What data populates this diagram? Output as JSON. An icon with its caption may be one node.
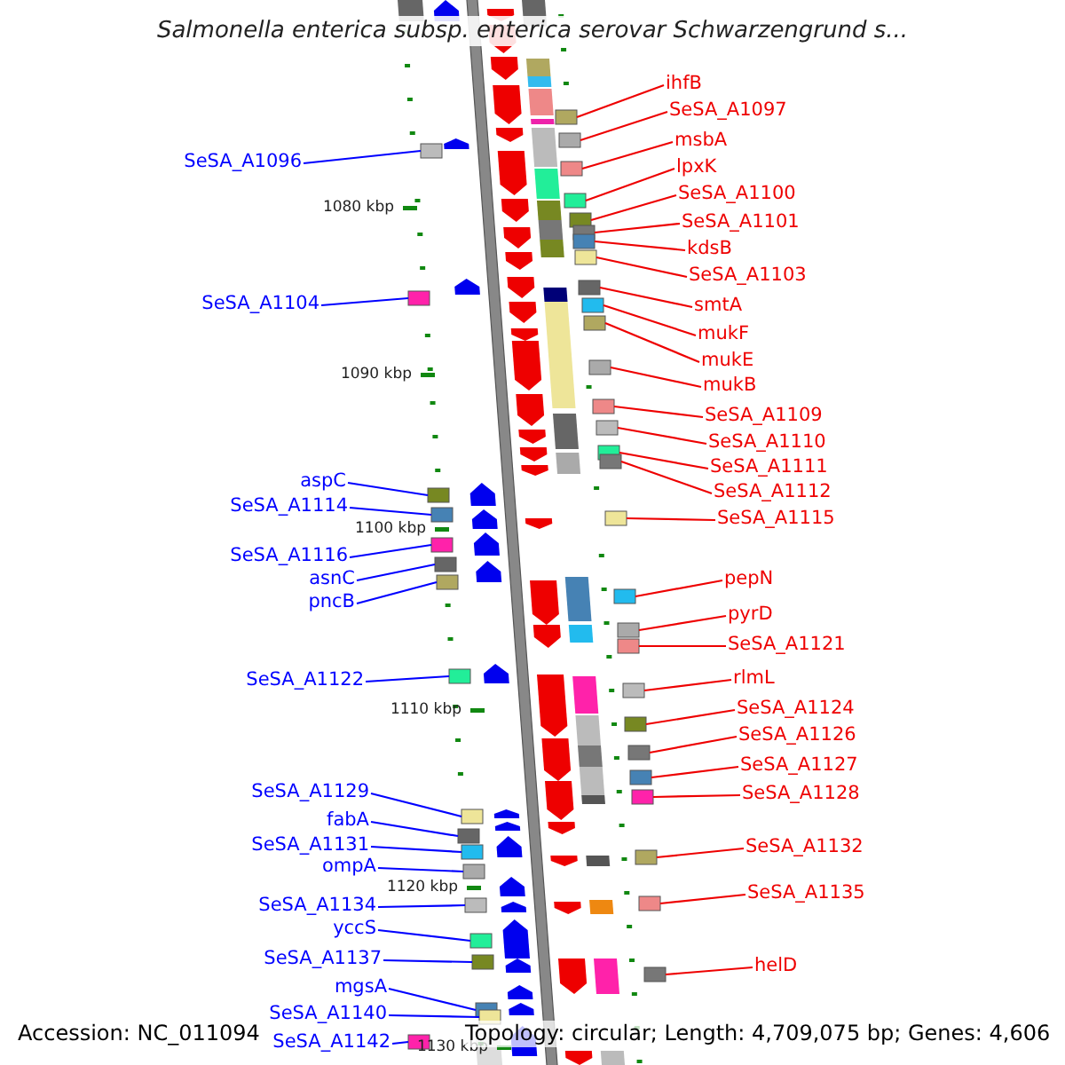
{
  "diagram": {
    "title": "Salmonella enterica subsp. enterica serovar Schwarzengrund s...",
    "nodes": [
      {
        "text": [
          "ihfB"
        ]
      },
      {
        "text": [
          "SeSA_A1097"
        ]
      },
      {
        "text": [
          "msbA"
        ]
      },
      {
        "text": [
          "SeSA_A1096"
        ]
      },
      {
        "text": [
          "lpxK"
        ]
      },
      {
        "text": [
          "SeSA_A1100"
        ]
      },
      {
        "text": [
          "SeSA_A1101"
        ]
      },
      {
        "text": [
          "kdsB"
        ]
      },
      {
        "text": [
          "SeSA_A1103"
        ]
      },
      {
        "text": [
          "SeSA_A1104"
        ]
      },
      {
        "text": [
          "smtA"
        ]
      },
      {
        "text": [
          "mukF"
        ]
      },
      {
        "text": [
          "mukE"
        ]
      },
      {
        "text": [
          "mukB"
        ]
      },
      {
        "text": [
          "SeSA_A1109"
        ]
      },
      {
        "text": [
          "SeSA_A1110"
        ]
      },
      {
        "text": [
          "SeSA_A1111"
        ]
      },
      {
        "text": [
          "aspC"
        ]
      },
      {
        "text": [
          "SeSA_A1112"
        ]
      },
      {
        "text": [
          "SeSA_A1114"
        ]
      },
      {
        "text": [
          "SeSA_A1115"
        ]
      },
      {
        "text": [
          "SeSA_A1116"
        ]
      },
      {
        "text": [
          "asnC"
        ]
      },
      {
        "text": [
          "pepN"
        ]
      },
      {
        "text": [
          "pncB"
        ]
      },
      {
        "text": [
          "pyrD"
        ]
      },
      {
        "text": [
          "SeSA_A1121"
        ]
      },
      {
        "text": [
          "rlmL"
        ]
      },
      {
        "text": [
          "SeSA_A1122"
        ]
      },
      {
        "text": [
          "SeSA_A1124"
        ]
      },
      {
        "text": [
          "SeSA_A1126"
        ]
      },
      {
        "text": [
          "SeSA_A1127"
        ]
      },
      {
        "text": [
          "SeSA_A1129"
        ]
      },
      {
        "text": [
          "SeSA_A1128"
        ]
      },
      {
        "text": [
          "fabA"
        ]
      },
      {
        "text": [
          "SeSA_A1131"
        ]
      },
      {
        "text": [
          "SeSA_A1132"
        ]
      },
      {
        "text": [
          "ompA"
        ]
      },
      {
        "text": [
          "SeSA_A1135"
        ]
      },
      {
        "text": [
          "SeSA_A1134"
        ]
      },
      {
        "text": [
          "yccS"
        ]
      },
      {
        "text": [
          "SeSA_A1137"
        ]
      },
      {
        "text": [
          "helD"
        ]
      },
      {
        "text": [
          "mgsA"
        ]
      },
      {
        "text": [
          "SeSA_A1140"
        ]
      },
      {
        "text": [
          "SeSA_A1142"
        ]
      },
      {
        "text": [],
        "shape": "box"
      },
      {
        "text": [],
        "shape": "box"
      },
      {
        "text": [],
        "shape": "box"
      },
      {
        "text": [],
        "shape": "box"
      },
      {
        "text": [],
        "shape": "box"
      },
      {
        "text": [],
        "shape": "box"
      },
      {
        "text": [],
        "shape": "box"
      },
      {
        "text": [],
        "shape": "box"
      },
      {
        "text": [],
        "shape": "box"
      },
      {
        "text": [],
        "shape": "box"
      },
      {
        "text": [],
        "shape": "box"
      },
      {
        "text": [],
        "shape": "box"
      },
      {
        "text": [],
        "shape": "box"
      },
      {
        "text": [],
        "shape": "box"
      },
      {
        "text": [],
        "shape": "box"
      },
      {
        "text": [],
        "shape": "box"
      },
      {
        "text": [],
        "shape": "box"
      },
      {
        "text": [],
        "shape": "box"
      },
      {
        "text": [],
        "shape": "box"
      },
      {
        "text": [],
        "shape": "box"
      },
      {
        "text": [],
        "shape": "box"
      },
      {
        "text": [],
        "shape": "box"
      },
      {
        "text": [],
        "shape": "box"
      },
      {
        "text": [],
        "shape": "box"
      },
      {
        "text": [],
        "shape": "box"
      },
      {
        "text": [],
        "shape": "box"
      },
      {
        "text": [],
        "shape": "box"
      },
      {
        "text": [],
        "shape": "box"
      },
      {
        "text": [],
        "shape": "box"
      },
      {
        "text": [],
        "shape": "box"
      },
      {
        "text": [],
        "shape": "box"
      },
      {
        "text": [],
        "shape": "box"
      },
      {
        "text": [],
        "shape": "box"
      },
      {
        "text": [],
        "shape": "box"
      },
      {
        "text": [],
        "shape": "box"
      },
      {
        "text": [],
        "shape": "box"
      },
      {
        "text": [],
        "shape": "box"
      },
      {
        "text": [],
        "shape": "box"
      },
      {
        "text": [],
        "shape": "box"
      },
      {
        "text": [],
        "shape": "box"
      },
      {
        "text": [],
        "shape": "box"
      },
      {
        "text": [],
        "shape": "box"
      },
      {
        "text": [],
        "shape": "box"
      },
      {
        "text": [],
        "shape": "box"
      },
      {
        "text": [],
        "shape": "box"
      },
      {
        "text": [],
        "shape": "box"
      }
    ],
    "edges": [
      {
        "from": 0,
        "to": 46,
        "arrow": "none"
      },
      {
        "from": 1,
        "to": 47,
        "arrow": "none"
      },
      {
        "from": 2,
        "to": 48,
        "arrow": "none"
      },
      {
        "from": 3,
        "to": 49,
        "arrow": "none",
        "color": "#0000ff"
      },
      {
        "from": 4,
        "to": 50,
        "arrow": "none"
      },
      {
        "from": 5,
        "to": 51,
        "arrow": "none"
      },
      {
        "from": 6,
        "to": 52,
        "arrow": "none"
      },
      {
        "from": 7,
        "to": 53,
        "arrow": "none"
      },
      {
        "from": 8,
        "to": 54,
        "arrow": "none"
      },
      {
        "from": 9,
        "to": 55,
        "arrow": "none",
        "color": "#0000ff"
      },
      {
        "from": 10,
        "to": 56,
        "arrow": "none"
      },
      {
        "from": 11,
        "to": 57,
        "arrow": "none"
      },
      {
        "from": 12,
        "to": 58,
        "arrow": "none"
      },
      {
        "from": 13,
        "to": 59,
        "arrow": "none"
      },
      {
        "from": 14,
        "to": 60,
        "arrow": "none"
      },
      {
        "from": 15,
        "to": 61,
        "arrow": "none"
      },
      {
        "from": 16,
        "to": 62,
        "arrow": "none"
      },
      {
        "from": 17,
        "to": 63,
        "arrow": "none",
        "color": "#0000ff"
      },
      {
        "from": 18,
        "to": 64,
        "arrow": "none"
      },
      {
        "from": 19,
        "to": 65,
        "arrow": "none",
        "color": "#0000ff"
      },
      {
        "from": 20,
        "to": 66,
        "arrow": "none"
      },
      {
        "from": 21,
        "to": 67,
        "arrow": "none",
        "color": "#0000ff"
      },
      {
        "from": 22,
        "to": 68,
        "arrow": "none",
        "color": "#0000ff"
      },
      {
        "from": 23,
        "to": 69,
        "arrow": "none"
      },
      {
        "from": 24,
        "to": 70,
        "arrow": "none",
        "color": "#0000ff"
      },
      {
        "from": 25,
        "to": 71,
        "arrow": "none"
      },
      {
        "from": 26,
        "to": 72,
        "arrow": "none"
      },
      {
        "from": 27,
        "to": 73,
        "arrow": "none"
      },
      {
        "from": 28,
        "to": 74,
        "arrow": "none",
        "color": "#0000ff"
      },
      {
        "from": 29,
        "to": 75,
        "arrow": "none"
      },
      {
        "from": 30,
        "to": 76,
        "arrow": "none"
      },
      {
        "from": 31,
        "to": 77,
        "arrow": "none"
      },
      {
        "from": 32,
        "to": 78,
        "arrow": "none",
        "color": "#0000ff"
      },
      {
        "from": 33,
        "to": 79,
        "arrow": "none"
      },
      {
        "from": 34,
        "to": 80,
        "arrow": "none",
        "color": "#0000ff"
      },
      {
        "from": 35,
        "to": 81,
        "arrow": "none",
        "color": "#0000ff"
      },
      {
        "from": 36,
        "to": 82,
        "arrow": "none"
      },
      {
        "from": 37,
        "to": 83,
        "arrow": "none",
        "color": "#0000ff"
      },
      {
        "from": 38,
        "to": 84,
        "arrow": "none"
      },
      {
        "from": 39,
        "to": 85,
        "arrow": "none",
        "color": "#0000ff"
      },
      {
        "from": 40,
        "to": 86,
        "arrow": "none",
        "color": "#0000ff"
      },
      {
        "from": 41,
        "to": 87,
        "arrow": "none",
        "color": "#0000ff"
      },
      {
        "from": 42,
        "to": 88,
        "arrow": "none"
      },
      {
        "from": 43,
        "to": 89,
        "arrow": "none",
        "color": "#0000ff"
      },
      {
        "from": 44,
        "to": 90,
        "arrow": "none",
        "color": "#0000ff"
      },
      {
        "from": 45,
        "to": 91,
        "arrow": "none",
        "color": "#0000ff"
      }
    ],
    "labels": [
      "1080 kbp",
      "1090 kbp",
      "1100 kbp",
      "1110 kbp",
      "1120 kbp",
      "1130 kbp",
      "Accession: NC_011094",
      "Topology: circular; Length: 4,709,075 bp; Genes: 4,606"
    ]
  }
}
